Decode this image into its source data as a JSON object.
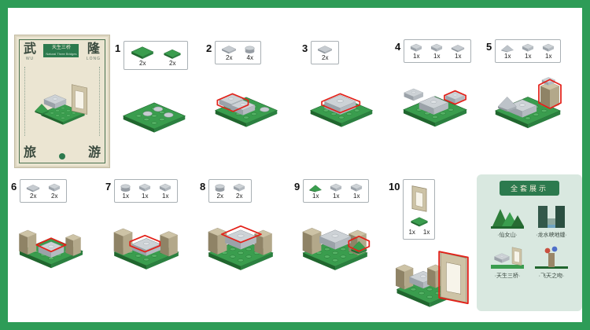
{
  "colors": {
    "frame_green": "#2e9c57",
    "highlight_red": "#e32119",
    "poster_cream": "#ebe5d2",
    "panel_bg": "#d9e8e0"
  },
  "poster": {
    "char_top_left": "武",
    "char_top_left_sub": "WU",
    "char_top_right": "隆",
    "char_top_right_sub": "LONG",
    "banner_cn": "天生三桥",
    "banner_en": "Natural Three Bridges",
    "char_bottom_left": "旅",
    "char_bottom_right": "游"
  },
  "steps": [
    {
      "num": "1",
      "parts": [
        {
          "icon": "green-plate",
          "count": "2x"
        },
        {
          "icon": "green-plate",
          "count": "2x"
        }
      ]
    },
    {
      "num": "2",
      "parts": [
        {
          "icon": "grey-plate",
          "count": "2x"
        },
        {
          "icon": "grey-round",
          "count": "4x"
        }
      ]
    },
    {
      "num": "3",
      "parts": [
        {
          "icon": "grey-plate",
          "count": "2x"
        }
      ]
    },
    {
      "num": "4",
      "parts": [
        {
          "icon": "grey-brick",
          "count": "1x"
        },
        {
          "icon": "grey-brick",
          "count": "1x"
        },
        {
          "icon": "grey-plate",
          "count": "1x"
        }
      ]
    },
    {
      "num": "5",
      "parts": [
        {
          "icon": "grey-slope",
          "count": "1x"
        },
        {
          "icon": "grey-brick",
          "count": "1x"
        },
        {
          "icon": "grey-brick",
          "count": "1x"
        }
      ]
    },
    {
      "num": "6",
      "parts": [
        {
          "icon": "grey-plate",
          "count": "2x"
        },
        {
          "icon": "grey-brick",
          "count": "2x"
        }
      ]
    },
    {
      "num": "7",
      "parts": [
        {
          "icon": "grey-round",
          "count": "1x"
        },
        {
          "icon": "grey-brick",
          "count": "1x"
        },
        {
          "icon": "grey-brick",
          "count": "1x"
        }
      ]
    },
    {
      "num": "8",
      "parts": [
        {
          "icon": "grey-round",
          "count": "2x"
        },
        {
          "icon": "grey-brick",
          "count": "2x"
        }
      ]
    },
    {
      "num": "9",
      "parts": [
        {
          "icon": "green-slope",
          "count": "1x"
        },
        {
          "icon": "grey-brick",
          "count": "1x"
        },
        {
          "icon": "grey-brick",
          "count": "1x"
        }
      ]
    },
    {
      "num": "10",
      "parts": [
        {
          "icon": "door-frame",
          "count": "1x"
        },
        {
          "icon": "green-plate",
          "count": "1x"
        }
      ]
    }
  ],
  "panel": {
    "title": "全套展示",
    "items": [
      {
        "label": "·仙女山·"
      },
      {
        "label": "·龙水峡地缝·"
      },
      {
        "label": "·天生三桥·"
      },
      {
        "label": "·飞天之吻·"
      }
    ]
  }
}
